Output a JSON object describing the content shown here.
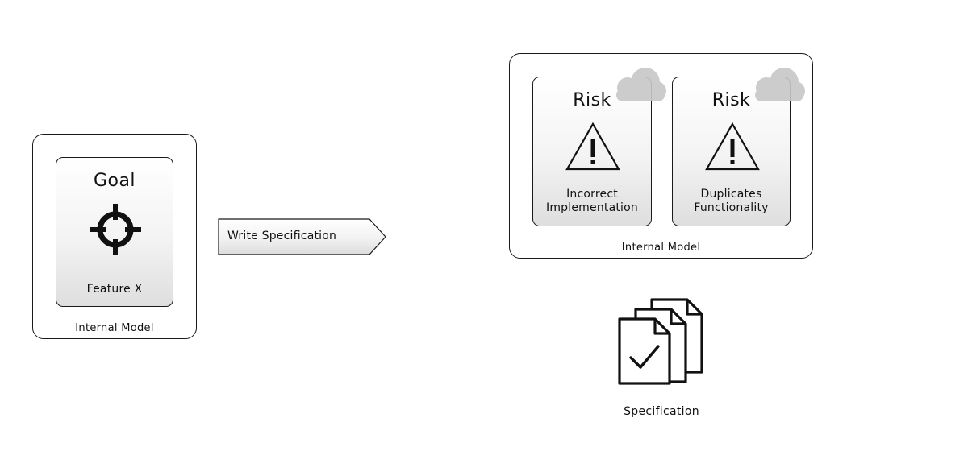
{
  "left_model": {
    "caption": "Internal Model",
    "goal_card": {
      "title": "Goal",
      "icon": "crosshair-target-icon",
      "subtitle": "Feature X"
    }
  },
  "arrow": {
    "label": "Write Specification"
  },
  "right_model": {
    "caption": "Internal Model",
    "risk_cards": [
      {
        "title": "Risk",
        "icon": "warning-triangle-icon",
        "subtitle_line1": "Incorrect",
        "subtitle_line2": "Implementation"
      },
      {
        "title": "Risk",
        "icon": "warning-triangle-icon",
        "subtitle_line1": "Duplicates",
        "subtitle_line2": "Functionality"
      }
    ],
    "cloud_icon": "cloud-icon"
  },
  "specification": {
    "icon": "checked-documents-icon",
    "label": "Specification"
  },
  "colors": {
    "stroke": "#1a1a1a",
    "cloud": "#c9c9c9",
    "card_gradient_end": "#dedede"
  }
}
